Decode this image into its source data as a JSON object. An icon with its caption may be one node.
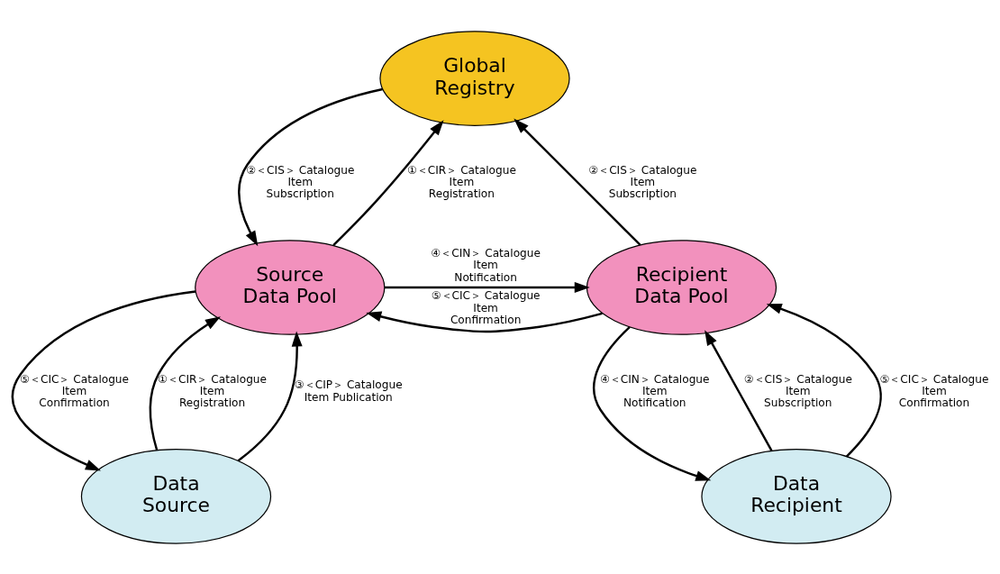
{
  "diagram": {
    "nodes": [
      {
        "text": [
          "Global Registry"
        ]
      },
      {
        "text": [
          "Source Data Pool"
        ]
      },
      {
        "text": [
          "Recipient Data Pool"
        ]
      },
      {
        "text": [
          "Data Source"
        ]
      },
      {
        "text": [
          "Data Recipient"
        ]
      }
    ],
    "edges": [
      {
        "from": 1,
        "to": 0,
        "arrow": "to",
        "label": "①＜CIR＞ Catalogue Item Registration"
      },
      {
        "from": 0,
        "to": 1,
        "arrow": "to",
        "label": "②＜CIS＞ Catalogue Item Subscription"
      },
      {
        "from": 2,
        "to": 0,
        "arrow": "to",
        "label": "②＜CIS＞ Catalogue Item Subscription"
      },
      {
        "from": 1,
        "to": 2,
        "arrow": "to",
        "label": "④＜CIN＞ Catalogue Item Notification"
      },
      {
        "from": 2,
        "to": 1,
        "arrow": "to",
        "label": "⑤＜CIC＞ Catalogue Item Confirmation"
      },
      {
        "from": 3,
        "to": 1,
        "arrow": "to",
        "label": "①＜CIR＞ Catalogue Item Registration"
      },
      {
        "from": 3,
        "to": 1,
        "arrow": "to",
        "label": "③＜CIP＞ Catalogue Item Publication"
      },
      {
        "from": 1,
        "to": 3,
        "arrow": "to",
        "label": "⑤＜CIC＞ Catalogue Item Confirmation"
      },
      {
        "from": 4,
        "to": 2,
        "arrow": "to",
        "label": "②＜CIS＞ Catalogue Item Subscription"
      },
      {
        "from": 2,
        "to": 4,
        "arrow": "to",
        "label": "④＜CIN＞ Catalogue Item Notification"
      },
      {
        "from": 4,
        "to": 2,
        "arrow": "to",
        "label": "⑤＜CIC＞ Catalogue Item Confirmation"
      }
    ]
  }
}
